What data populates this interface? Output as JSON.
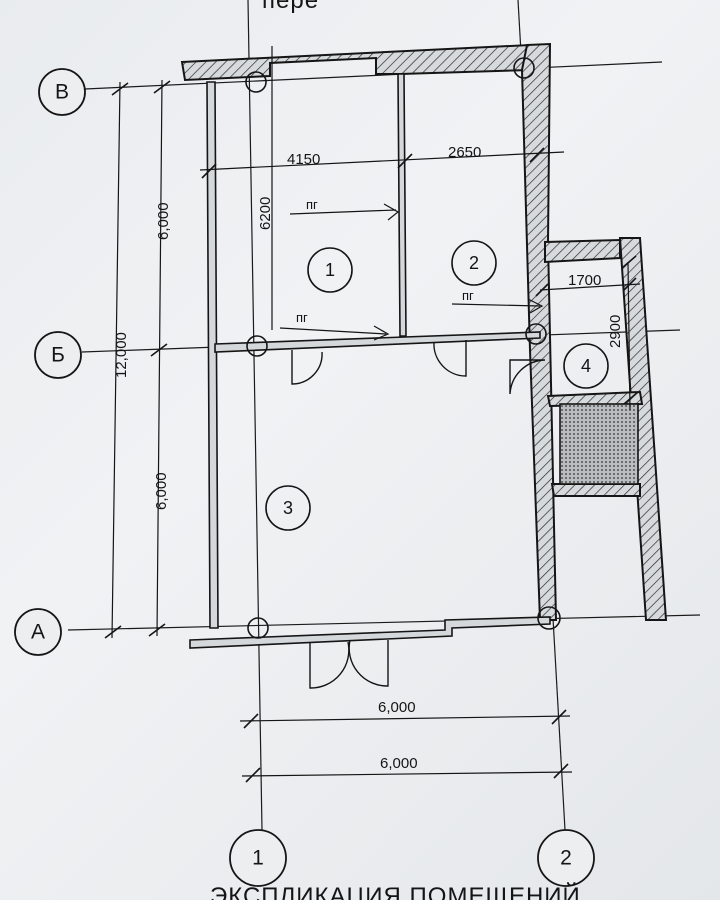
{
  "header_fragment": "пере",
  "footer_caption": "ЭКСПЛИКАЦИЯ ПОМЕЩЕНИЙ",
  "axes": {
    "rows": [
      "В",
      "Б",
      "А"
    ],
    "columns": [
      "1",
      "2"
    ]
  },
  "dimensions": {
    "room1_width": "4150",
    "room2_width": "2650",
    "room1_depth": "6200",
    "upper_span": "6,000",
    "lower_span": "6,000",
    "total_span": "12,000",
    "room4_width": "1700",
    "room4_depth": "2900",
    "bottom_span_1": "6,000",
    "bottom_span_2": "6,000"
  },
  "rooms": [
    "1",
    "2",
    "3",
    "4"
  ],
  "openings": {
    "label_1": "пг",
    "label_2": "пг",
    "label_3": "пг"
  }
}
